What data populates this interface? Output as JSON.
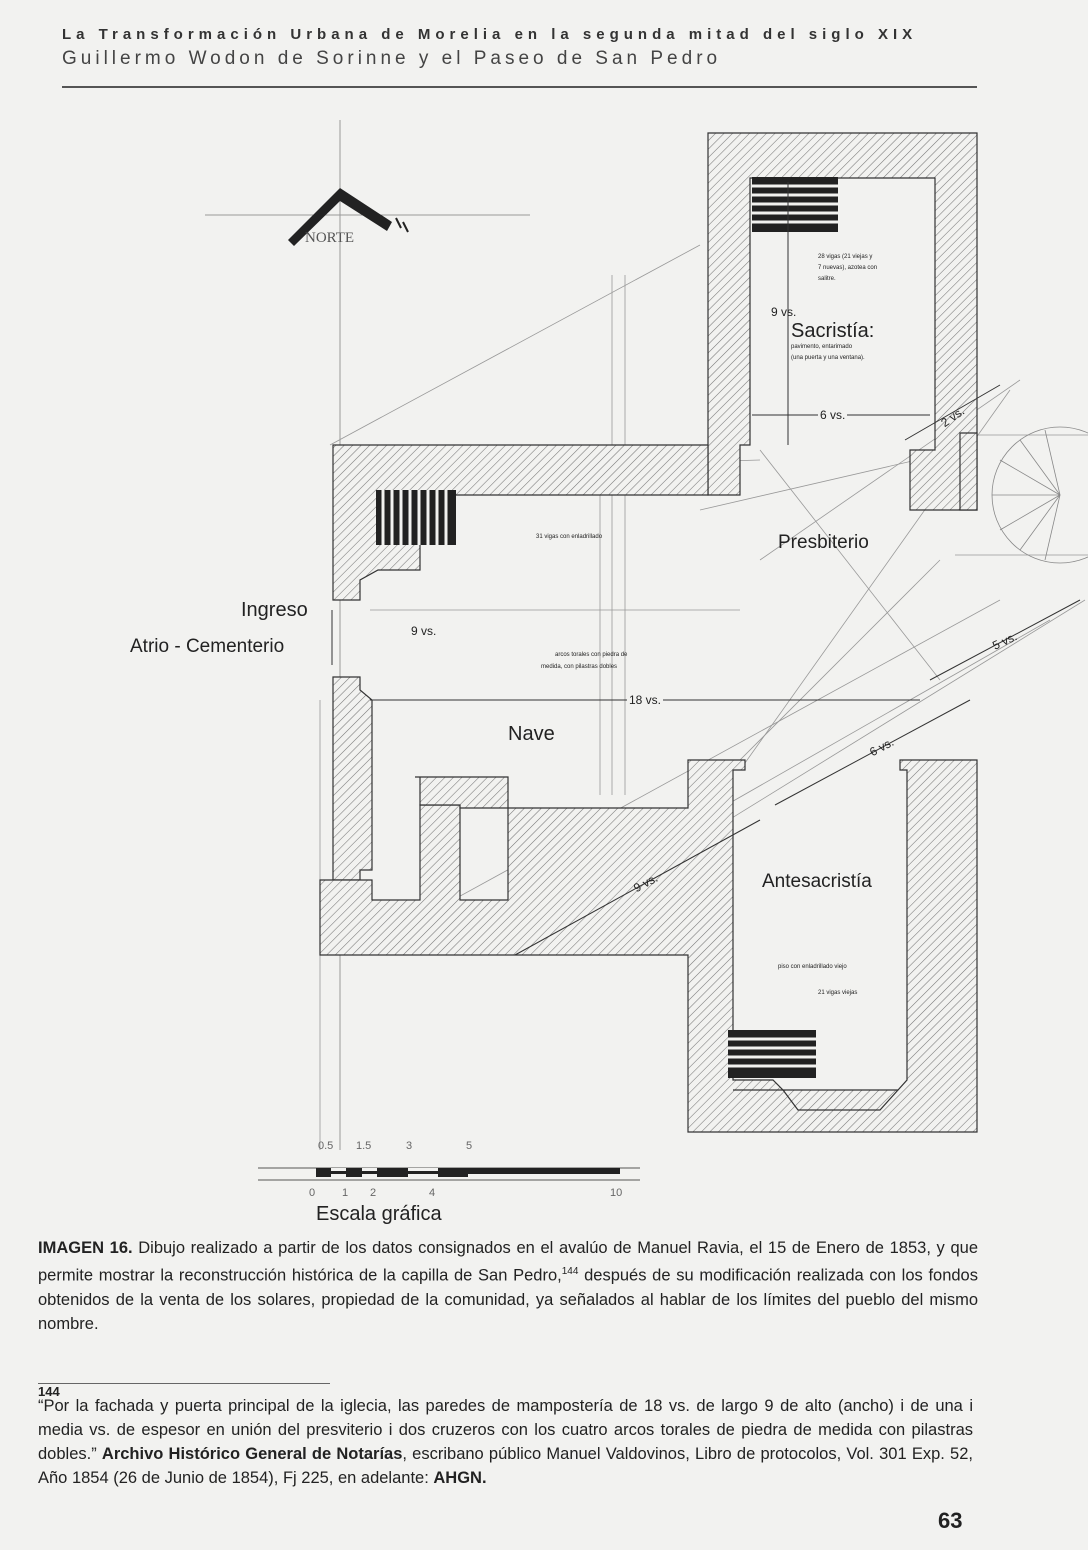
{
  "header": {
    "line1": "La Transformación Urbana de Morelia en la segunda mitad del siglo XIX",
    "line2": "Guillermo Wodon de Sorinne y el Paseo de San Pedro"
  },
  "plan": {
    "north": "NORTE",
    "sacristia": "Sacristía:",
    "sacristia_note1": "pavimento, entarimado",
    "sacristia_note2": "(una puerta y una ventana).",
    "vigas_sacristia1": "28 vigas (21 viejas y",
    "vigas_sacristia2": "7 nuevas), azotea con",
    "vigas_sacristia3": "salitre.",
    "dim_9vs_sac": "9 vs.",
    "dim_6vs": "6 vs.",
    "dim_2vs": "2 vs.",
    "presbiterio": "Presbiterio",
    "vigas_nave": "31 vigas con enladrillado",
    "ingreso": "Ingreso",
    "atrio": "Atrio - Cementerio",
    "dim_9vs_nave": "9 vs.",
    "arcos1": "arcos torales con piedra de",
    "arcos2": "medida, con pilastras dobles",
    "dim_18vs": "18 vs.",
    "dim_5vs": "5 vs.",
    "nave": "Nave",
    "dim_6vs_diag": "6 vs.",
    "dim_9vs_diag": "9 vs.",
    "antesacristia": "Antesacristía",
    "piso_note": "piso con enladrillado viejo",
    "vigas_ante": "21 vigas viejas",
    "scale_top": [
      "0.5",
      "1.5",
      "3",
      "5"
    ],
    "scale_bottom": [
      "0",
      "1",
      "2",
      "4",
      "10"
    ],
    "scale_title": "Escala gráfica"
  },
  "caption": {
    "label": "IMAGEN 16.",
    "text1": " Dibujo realizado a partir de los datos consignados en el avalúo de Manuel Ravia, el 15 de Enero de 1853, y que permite mostrar la reconstrucción histórica de la capilla de San Pedro,",
    "ref": "144",
    "text2": " después de su modificación realizada con los fondos obtenidos de la venta de los solares, propiedad de la comunidad, ya señalados al hablar de los límites del pueblo del mismo nombre."
  },
  "footnote": {
    "number": "144",
    "quote": "“Por la fachada y puerta principal de la iglecia, las paredes de mampostería de 18 vs. de largo 9 de alto (ancho) i de una i media vs. de espesor en unión del presviterio i dos cruzeros con los cuatro arcos torales de piedra de medida con pilastras dobles.”",
    "archive": "Archivo Histórico General de Notarías",
    "detail": ", escribano público Manuel Valdovinos, Libro de protocolos, Vol. 301 Exp. 52, Año 1854 (26 de Junio de 1854), Fj 225, en adelante: ",
    "abbr": "AHGN."
  },
  "page_number": "63"
}
